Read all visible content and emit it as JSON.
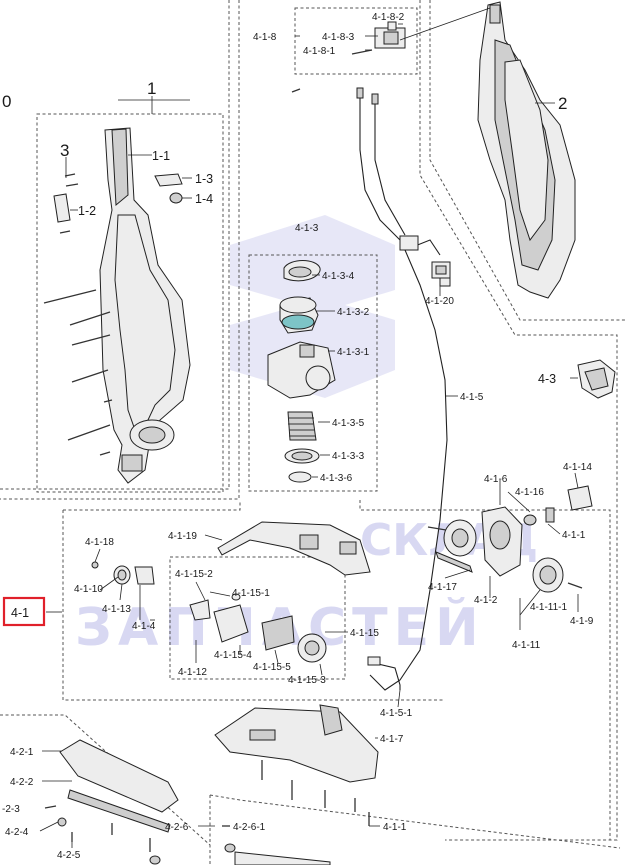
{
  "labels": {
    "l_0": "0",
    "l_1": "1",
    "l_1_1": "1-1",
    "l_1_2": "1-2",
    "l_1_3": "1-3",
    "l_1_4": "1-4",
    "l_2": "2",
    "l_3": "3",
    "l_4_1": "4-1",
    "l_4_1_1": "4-1-1",
    "l_4_1_1b": "4-1-1",
    "l_4_1_2": "4-1-2",
    "l_4_1_3": "4-1-3",
    "l_4_1_3_1": "4-1-3-1",
    "l_4_1_3_2": "4-1-3-2",
    "l_4_1_3_3": "4-1-3-3",
    "l_4_1_3_4": "4-1-3-4",
    "l_4_1_3_5": "4-1-3-5",
    "l_4_1_3_6": "4-1-3-6",
    "l_4_1_4": "4-1-4",
    "l_4_1_5": "4-1-5",
    "l_4_1_5_1": "4-1-5-1",
    "l_4_1_6": "4-1-6",
    "l_4_1_7": "4-1-7",
    "l_4_1_8": "4-1-8",
    "l_4_1_8_1": "4-1-8-1",
    "l_4_1_8_2": "4-1-8-2",
    "l_4_1_8_3": "4-1-8-3",
    "l_4_1_9": "4-1-9",
    "l_4_1_10": "4-1-10",
    "l_4_1_11": "4-1-11",
    "l_4_1_11_1": "4-1-11-1",
    "l_4_1_12": "4-1-12",
    "l_4_1_13": "4-1-13",
    "l_4_1_14": "4-1-14",
    "l_4_1_15": "4-1-15",
    "l_4_1_15_1": "4-1-15-1",
    "l_4_1_15_2": "4-1-15-2",
    "l_4_1_15_3": "4-1-15-3",
    "l_4_1_15_4": "4-1-15-4",
    "l_4_1_15_5": "4-1-15-5",
    "l_4_1_16": "4-1-16",
    "l_4_1_17": "4-1-17",
    "l_4_1_18": "4-1-18",
    "l_4_1_19": "4-1-19",
    "l_4_1_20": "4-1-20",
    "l_4_2_1": "4-2-1",
    "l_4_2_2": "4-2-2",
    "l_4_2_3": "-2-3",
    "l_4_2_4": "4-2-4",
    "l_4_2_5": "4-2-5",
    "l_4_2_6": "4-2-6",
    "l_4_2_6_1": "4-2-6-1",
    "l_4_3": "4-3"
  },
  "highlight": {
    "label": "4-1",
    "color": "#e0202a"
  },
  "watermark": {
    "line1": "СКЛАД",
    "line2": "ЗАПЧАСТЕЙ",
    "color": "#8f8fd9"
  }
}
